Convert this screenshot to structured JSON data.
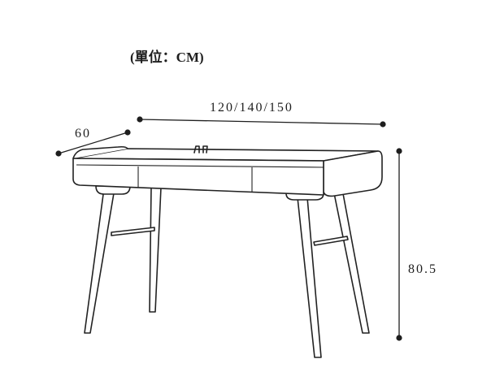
{
  "unit_label": "(單位：CM)",
  "dimensions": {
    "width": "120/140/150",
    "depth": "60",
    "height": "80.5"
  },
  "colors": {
    "line": "#222222",
    "background": "#ffffff"
  }
}
